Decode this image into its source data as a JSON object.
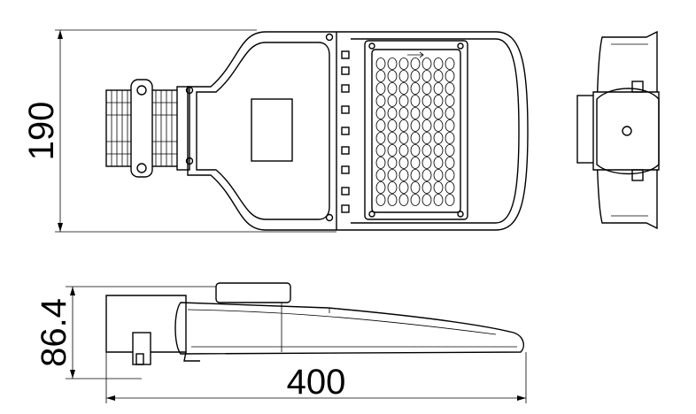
{
  "dimensions": {
    "height_top_view": "190",
    "height_side_view": "86.4",
    "length_side_view": "400"
  }
}
